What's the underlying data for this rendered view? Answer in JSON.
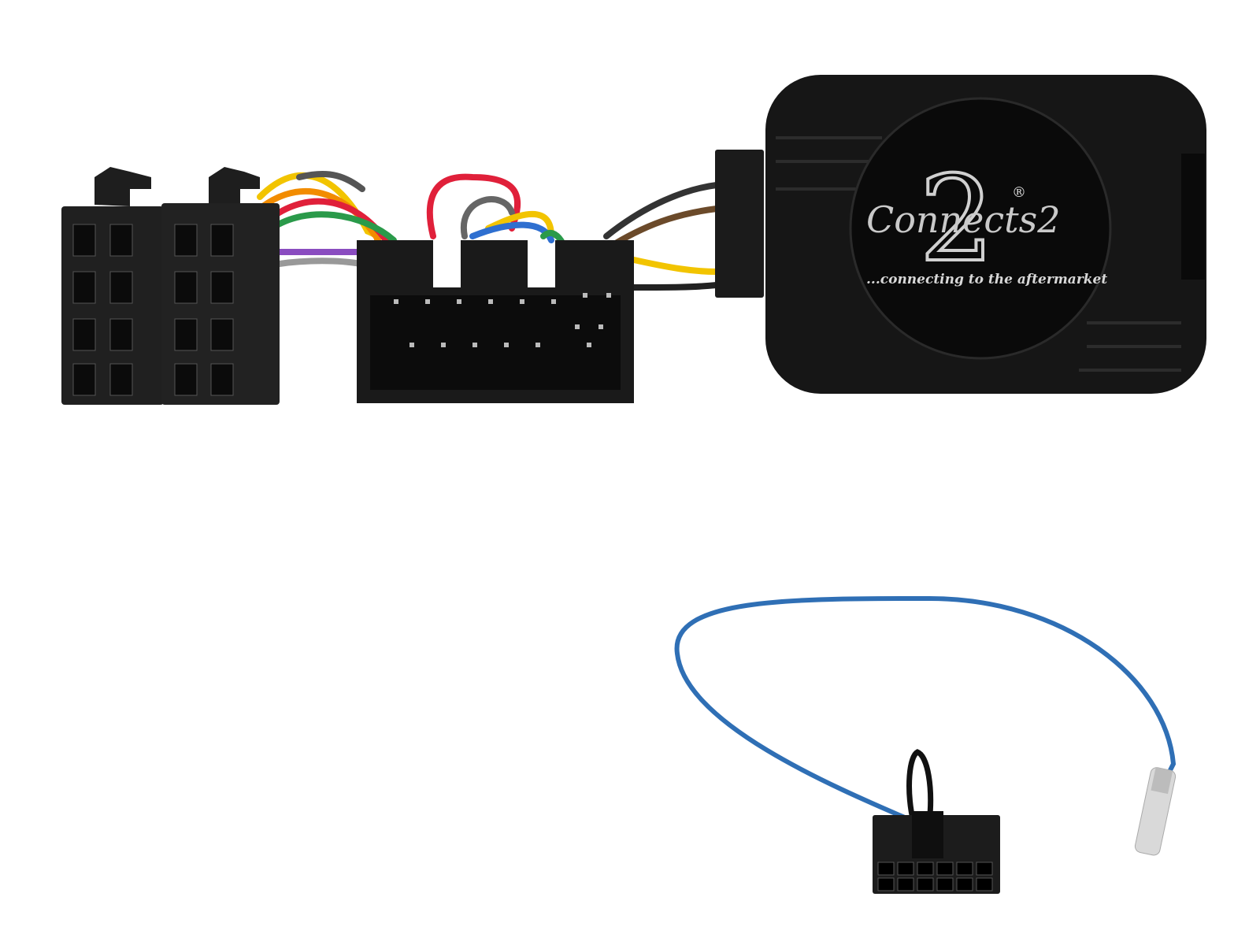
{
  "product": {
    "logo_text": "Connects2",
    "logo_mark": "2",
    "registered_mark": "®",
    "tagline": "...connecting to the aftermarket"
  },
  "colors": {
    "background": "#ffffff",
    "plastic": "#1c1c1c",
    "module_body": "#141414",
    "antenna_lead": "#2f6fb5",
    "wires": [
      "#f2c400",
      "#f28c00",
      "#e0203a",
      "#2a9a4a",
      "#8a4cc0",
      "#ffffff",
      "#6b4a2a",
      "#333333",
      "#2e6fd0",
      "#909090"
    ]
  }
}
